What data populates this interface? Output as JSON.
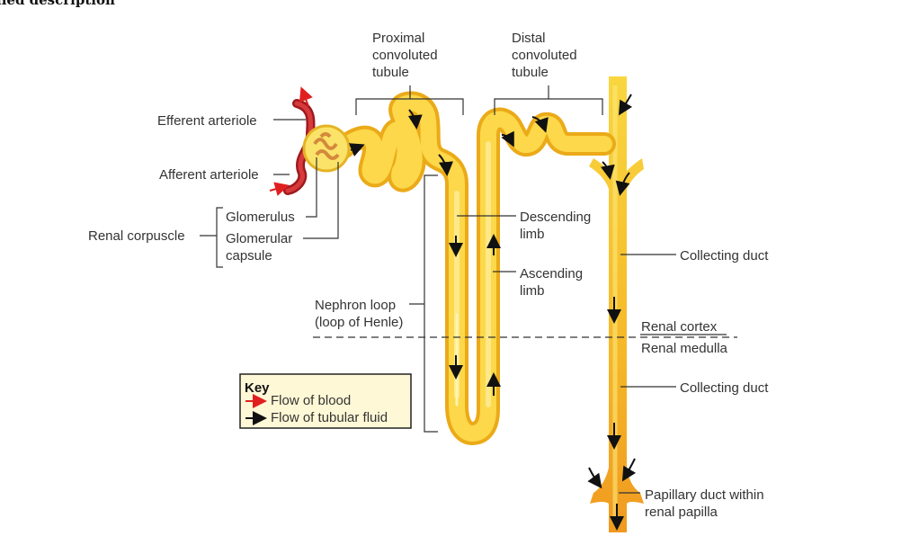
{
  "heading": "iled description",
  "labels": {
    "efferent_arteriole": "Efferent arteriole",
    "afferent_arteriole": "Afferent arteriole",
    "renal_corpuscle": "Renal corpuscle",
    "glomerulus": "Glomerulus",
    "glomerular_capsule": [
      "Glomerular",
      "capsule"
    ],
    "proximal_tubule": [
      "Proximal",
      "convoluted",
      "tubule"
    ],
    "distal_tubule": [
      "Distal",
      "convoluted",
      "tubule"
    ],
    "descending_limb": [
      "Descending",
      "limb"
    ],
    "ascending_limb": [
      "Ascending",
      "limb"
    ],
    "nephron_loop": [
      "Nephron loop",
      "(loop of Henle)"
    ],
    "collecting_duct_upper": "Collecting duct",
    "collecting_duct_lower": "Collecting duct",
    "renal_cortex": "Renal cortex",
    "renal_medulla": "Renal medulla",
    "papillary_duct": [
      "Papillary duct within",
      "renal papilla"
    ]
  },
  "key": {
    "title": "Key",
    "items": [
      {
        "label": "Flow of blood",
        "color": "#e02020"
      },
      {
        "label": "Flow of tubular fluid",
        "color": "#111111"
      }
    ]
  },
  "colors": {
    "tubule": "#f5c020",
    "tubule_light": "#fbe36a",
    "duct_dark": "#f0a520",
    "blood": "#c8262a",
    "key_background": "#fff8d6"
  }
}
